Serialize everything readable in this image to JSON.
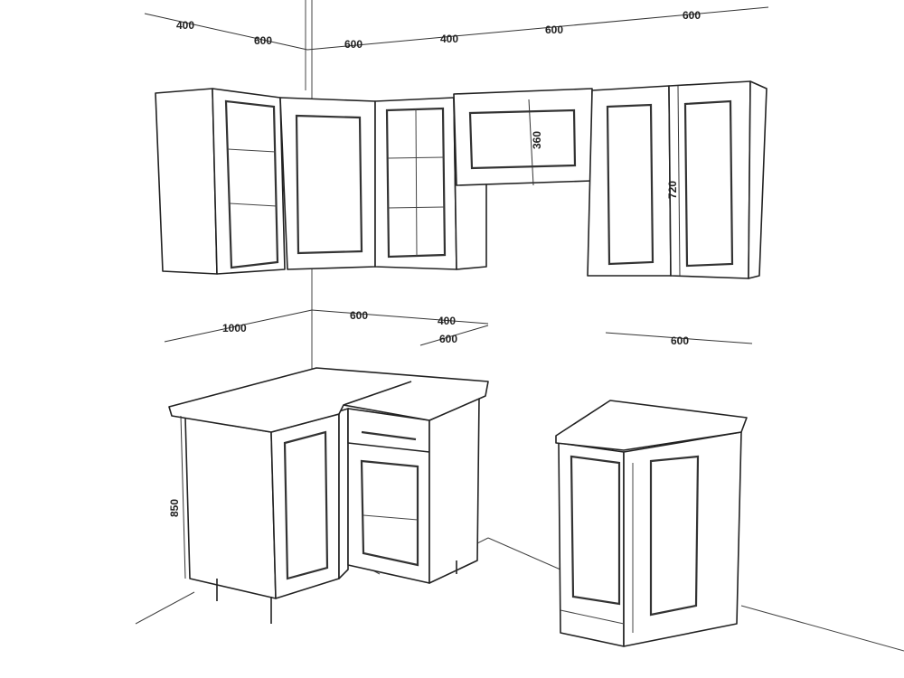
{
  "upper_dimensions": {
    "d1": "400",
    "d2": "600",
    "d3": "600",
    "d4": "400",
    "d5": "600",
    "d6": "600",
    "hood_height": "360",
    "cabinet_height": "720"
  },
  "lower_dimensions": {
    "d1": "1000",
    "d2": "600",
    "d3": "400",
    "d4": "600",
    "d5": "600",
    "base_height": "850"
  }
}
